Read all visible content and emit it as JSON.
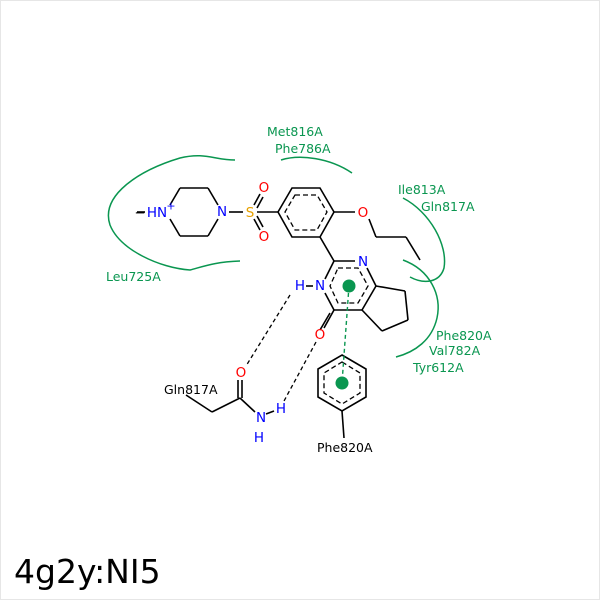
{
  "title": "4g2y:NI5",
  "colors": {
    "hydrophobic": "#0a9650",
    "nitrogen": "#0000ff",
    "oxygen": "#ff0000",
    "sulfur": "#e6a000"
  },
  "residues": {
    "met816": "Met816A",
    "phe786": "Phe786A",
    "ile813": "Ile813A",
    "gln817_green": "Gln817A",
    "leu725": "Leu725A",
    "phe820_green": "Phe820A",
    "val782": "Val782A",
    "tyr612": "Tyr612A",
    "gln817_black": "Gln817A",
    "phe820_black": "Phe820A"
  },
  "atoms": {
    "methyl": "−",
    "hn_plus": "HN",
    "plus": "+",
    "n_pip": "N",
    "s": "S",
    "o_s1": "O",
    "o_s2": "O",
    "o_ether": "O",
    "n_ring3": "N",
    "n_ring1": "N",
    "h_ring1": "H",
    "o_carbonyl": "O",
    "o_gln": "O",
    "n_gln": "N",
    "h_gln1": "H",
    "h_gln2": "H"
  }
}
